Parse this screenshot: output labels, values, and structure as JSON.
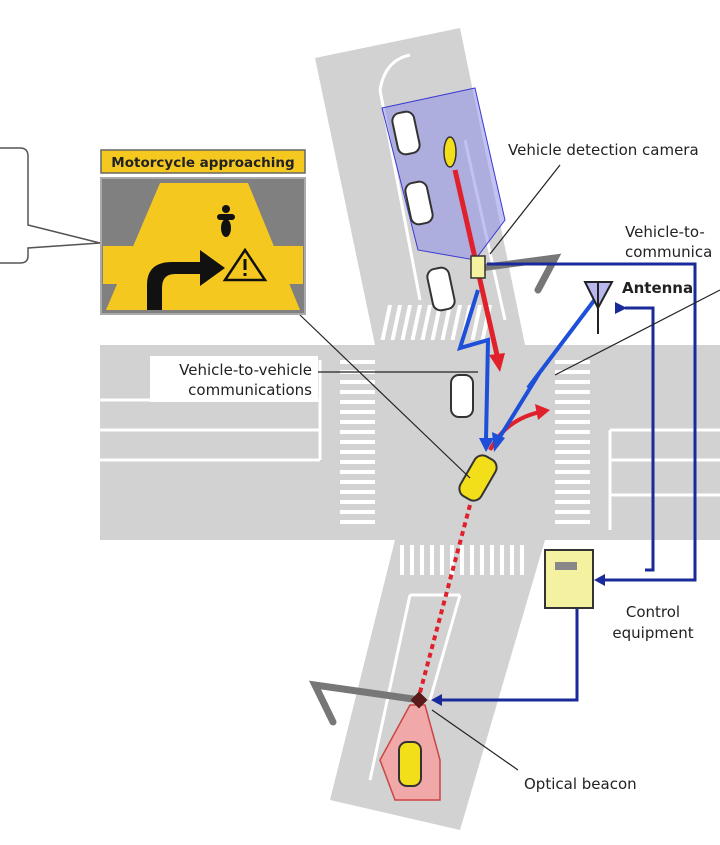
{
  "colors": {
    "road": "#cfcfcf",
    "v2i": "#1a2a9a",
    "v2v": "#1d4fd8",
    "danger": "#e0202a",
    "vehicle": "#f3de1a",
    "camera_zone": "#8e8ee8"
  },
  "display": {
    "title": "Motorcycle approaching",
    "icons": [
      "motorcycle-icon",
      "right-turn-arrow-icon",
      "warning-icon"
    ]
  },
  "labels": {
    "camera": "Vehicle detection camera",
    "v2i_line1": "Vehicle-to-",
    "v2i_line2": "communica",
    "antenna": "Antenna",
    "v2v_line1": "Vehicle-to-vehicle",
    "v2v_line2": "communications",
    "control_line1": "Control",
    "control_line2": "equipment",
    "beacon": "Optical beacon"
  }
}
